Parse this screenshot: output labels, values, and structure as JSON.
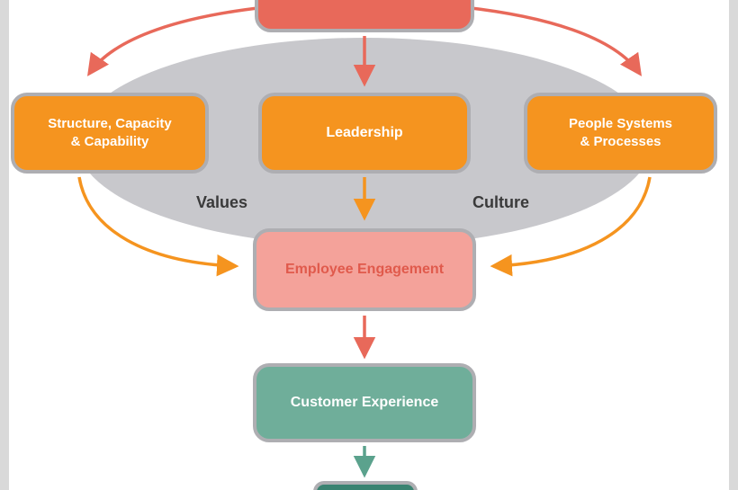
{
  "diagram": {
    "boxes": {
      "structure": {
        "line1": "Structure, Capacity",
        "line2": "& Capability"
      },
      "leadership": {
        "label": "Leadership"
      },
      "people": {
        "line1": "People Systems",
        "line2": "& Processes"
      },
      "employee_engagement": {
        "label": "Employee Engagement"
      },
      "customer_experience": {
        "label": "Customer Experience"
      }
    },
    "ellipse_labels": {
      "values": "Values",
      "culture": "Culture"
    },
    "colors": {
      "salmon_red": "#e8695a",
      "orange": "#f5941f",
      "pink": "#f4a29a",
      "pink_text": "#e05a4c",
      "teal": "#6fae9a",
      "dark_teal": "#3a8371",
      "ellipse_gray": "#c8c8cc",
      "border_gray": "#aeaeb2"
    }
  }
}
